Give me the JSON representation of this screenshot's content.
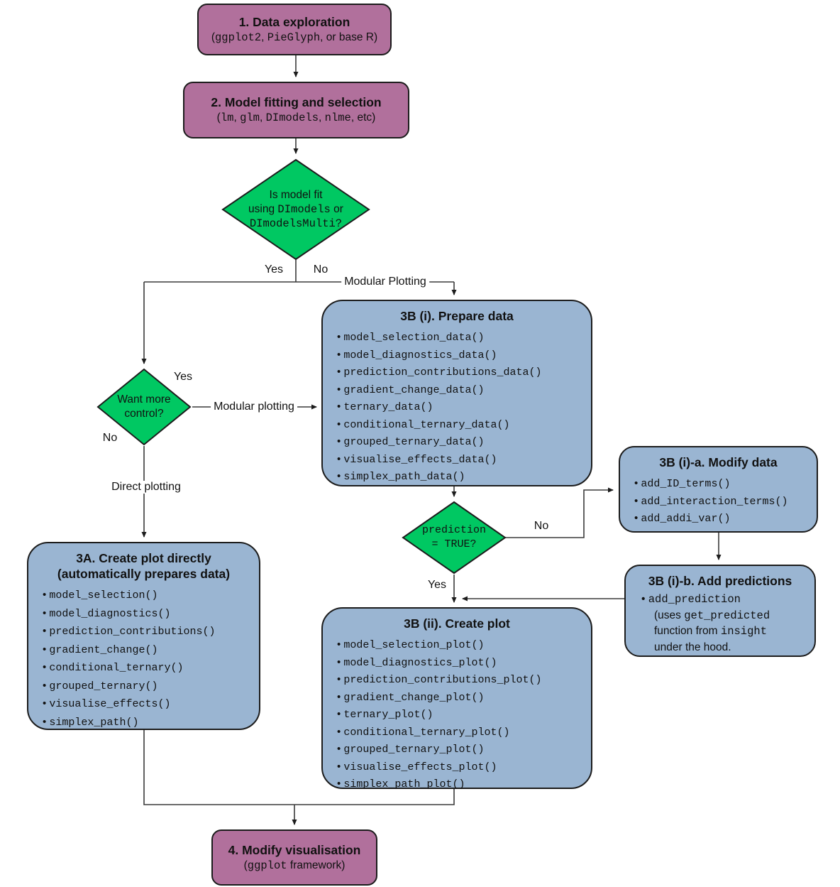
{
  "colors": {
    "purple": "#b1709c",
    "green": "#00c862",
    "blue": "#9ab5d2",
    "line": "#3a3a3a"
  },
  "boxes": {
    "box1": {
      "title": "1. Data exploration",
      "subtitle": [
        {
          "t": "(",
          "m": false
        },
        {
          "t": "ggplot2",
          "m": true
        },
        {
          "t": ", ",
          "m": false
        },
        {
          "t": "PieGlyph",
          "m": true
        },
        {
          "t": ", or base R)",
          "m": false
        }
      ]
    },
    "box2": {
      "title": "2. Model fitting and selection",
      "subtitle": [
        {
          "t": "(",
          "m": false
        },
        {
          "t": "lm",
          "m": true
        },
        {
          "t": ", ",
          "m": false
        },
        {
          "t": "glm",
          "m": true
        },
        {
          "t": ", ",
          "m": false
        },
        {
          "t": "DImodels",
          "m": true
        },
        {
          "t": ", ",
          "m": false
        },
        {
          "t": "nlme",
          "m": true
        },
        {
          "t": ", etc)",
          "m": false
        }
      ]
    },
    "a3": {
      "title1": "3A. Create plot directly",
      "title2": "(automatically prepares data)",
      "items": [
        "model_selection()",
        "model_diagnostics()",
        "prediction_contributions()",
        "gradient_change()",
        "conditional_ternary()",
        "grouped_ternary()",
        "visualise_effects()",
        "simplex_path()"
      ]
    },
    "b3i": {
      "title": "3B (i). Prepare data",
      "items": [
        "model_selection_data()",
        "model_diagnostics_data()",
        "prediction_contributions_data()",
        "gradient_change_data()",
        "ternary_data()",
        "conditional_ternary_data()",
        "grouped_ternary_data()",
        "visualise_effects_data()",
        "simplex_path_data()"
      ]
    },
    "b3ia": {
      "title": "3B (i)-a. Modify data",
      "items": [
        "add_ID_terms()",
        "add_interaction_terms()",
        "add_addi_var()"
      ]
    },
    "b3ib": {
      "title": "3B (i)-b. Add predictions",
      "lines": [
        [
          {
            "t": "• ",
            "m": false
          },
          {
            "t": "add_prediction",
            "m": true
          }
        ],
        [
          {
            "t": "(uses ",
            "m": false
          },
          {
            "t": "get_predicted",
            "m": true
          }
        ],
        [
          {
            "t": "function from ",
            "m": false
          },
          {
            "t": "insight",
            "m": true
          }
        ],
        [
          {
            "t": "under the hood.",
            "m": false
          }
        ]
      ]
    },
    "b3ii": {
      "title": "3B (ii). Create plot",
      "items": [
        "model_selection_plot()",
        "model_diagnostics_plot()",
        "prediction_contributions_plot()",
        "gradient_change_plot()",
        "ternary_plot()",
        "conditional_ternary_plot()",
        "grouped_ternary_plot()",
        "visualise_effects_plot()",
        "simplex_path_plot()"
      ]
    },
    "box4": {
      "title": "4. Modify visualisation",
      "subtitle": [
        {
          "t": "(",
          "m": false
        },
        {
          "t": "ggplot",
          "m": true
        },
        {
          "t": " framework)",
          "m": false
        }
      ]
    }
  },
  "diamonds": {
    "d1": {
      "lines": [
        [
          {
            "t": "Is model fit",
            "m": false
          }
        ],
        [
          {
            "t": "using ",
            "m": false
          },
          {
            "t": "DImodels",
            "m": true
          },
          {
            "t": " or",
            "m": false
          }
        ],
        [
          {
            "t": "DImodelsMulti?",
            "m": true
          }
        ]
      ]
    },
    "d2": {
      "lines": [
        [
          {
            "t": "Want more",
            "m": false
          }
        ],
        [
          {
            "t": "control?",
            "m": false
          }
        ]
      ]
    },
    "d3": {
      "lines": [
        [
          {
            "t": "prediction",
            "m": true
          }
        ],
        [
          {
            "t": "= TRUE?",
            "m": true
          }
        ]
      ]
    }
  },
  "labels": {
    "yes1": "Yes",
    "no1": "No",
    "modular_plotting_top": "Modular Plotting",
    "yes2": "Yes",
    "no2": "No",
    "modular_plotting_mid": "Modular plotting",
    "direct_plotting": "Direct plotting",
    "no3": "No",
    "yes3": "Yes"
  }
}
